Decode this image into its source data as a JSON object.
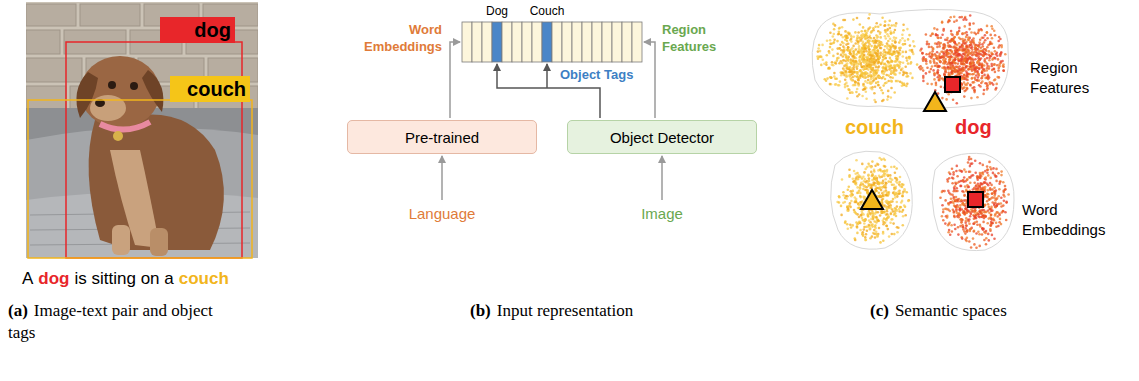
{
  "diagram": {
    "nodes": [
      {
        "text": [
          "dog"
        ]
      },
      {
        "text": [
          "couch"
        ]
      },
      {
        "text": [
          "Pre-trained"
        ]
      },
      {
        "text": [
          "Object Detector"
        ]
      }
    ],
    "labels": [
      "A",
      "dog",
      "is sitting on a",
      "couch",
      "(a)",
      "Image-text pair and object tags",
      "Dog",
      "Couch",
      "Word Embeddings",
      "Region Features",
      "Object Tags",
      "Language",
      "Image",
      "(b)",
      "Input representation",
      "couch",
      "dog",
      "Region Features",
      "Word Embeddings",
      "(c)",
      "Semantic spaces"
    ]
  }
}
